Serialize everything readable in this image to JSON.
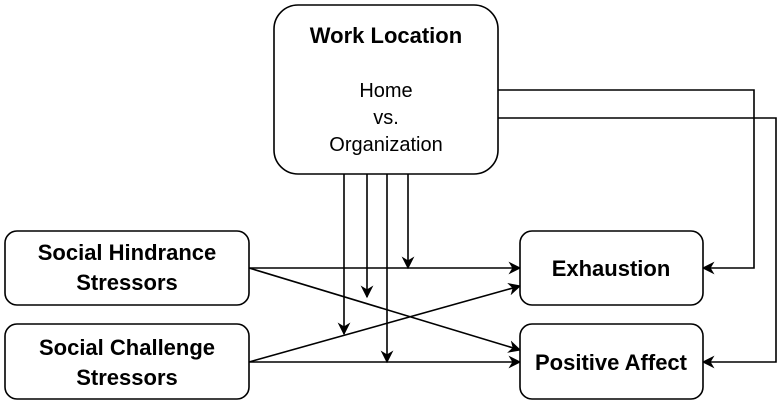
{
  "nodes": {
    "work_location": {
      "title": "Work Location",
      "lines": [
        "Home",
        "vs.",
        "Organization"
      ]
    },
    "social_hindrance": {
      "lines": [
        "Social Hindrance",
        "Stressors"
      ]
    },
    "social_challenge": {
      "lines": [
        "Social Challenge",
        "Stressors"
      ]
    },
    "exhaustion": {
      "label": "Exhaustion"
    },
    "positive_affect": {
      "label": "Positive Affect"
    }
  }
}
